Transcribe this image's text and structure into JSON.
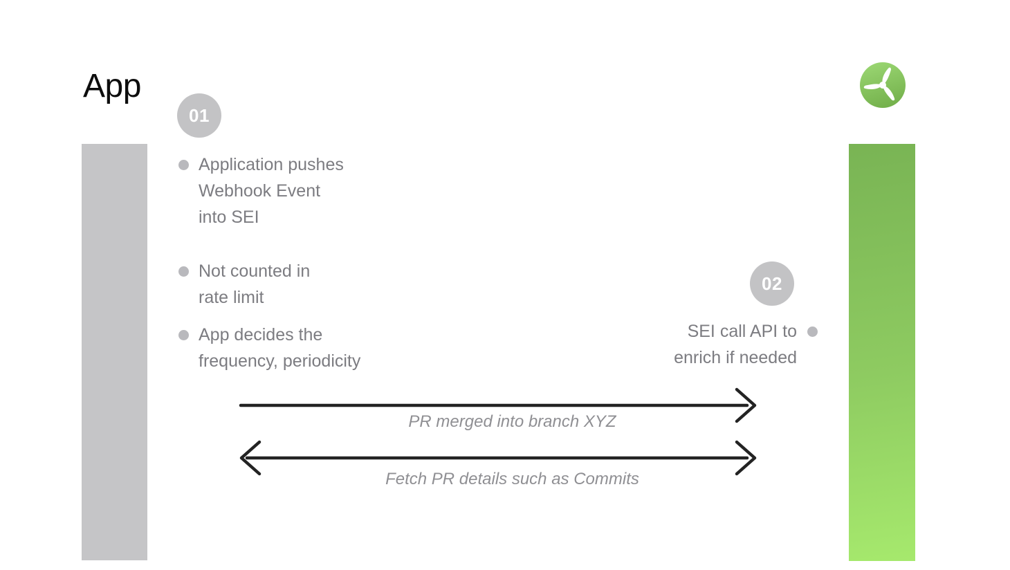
{
  "title": "App",
  "logo": {
    "icon": "propeller-logo",
    "circle_gradient_top": "#9ad672",
    "circle_gradient_bottom": "#74b14c",
    "blade_color": "#ffffff"
  },
  "bars": {
    "left_color": "#c5c5c7",
    "right_gradient_top": "#79b454",
    "right_gradient_bottom": "#a6e96d"
  },
  "steps": {
    "step1": {
      "badge": "01",
      "bullets": [
        "Application pushes\nWebhook Event\ninto SEI",
        "Not counted in\nrate limit",
        "App decides the\nfrequency, periodicity"
      ]
    },
    "step2": {
      "badge": "02",
      "note": "SEI call API to\nenrich if needed"
    }
  },
  "arrows": {
    "forward": {
      "label": "PR merged into branch XYZ",
      "direction": "right"
    },
    "backward": {
      "label": "Fetch PR details such as Commits",
      "direction": "both"
    }
  },
  "colors": {
    "arrow": "#232323",
    "badge_bg": "#c3c3c5",
    "bullet_dot": "#b9b9bd",
    "body_text": "#7c7c81",
    "label_text": "#8f8f93",
    "title_text": "#0d0d0d"
  }
}
